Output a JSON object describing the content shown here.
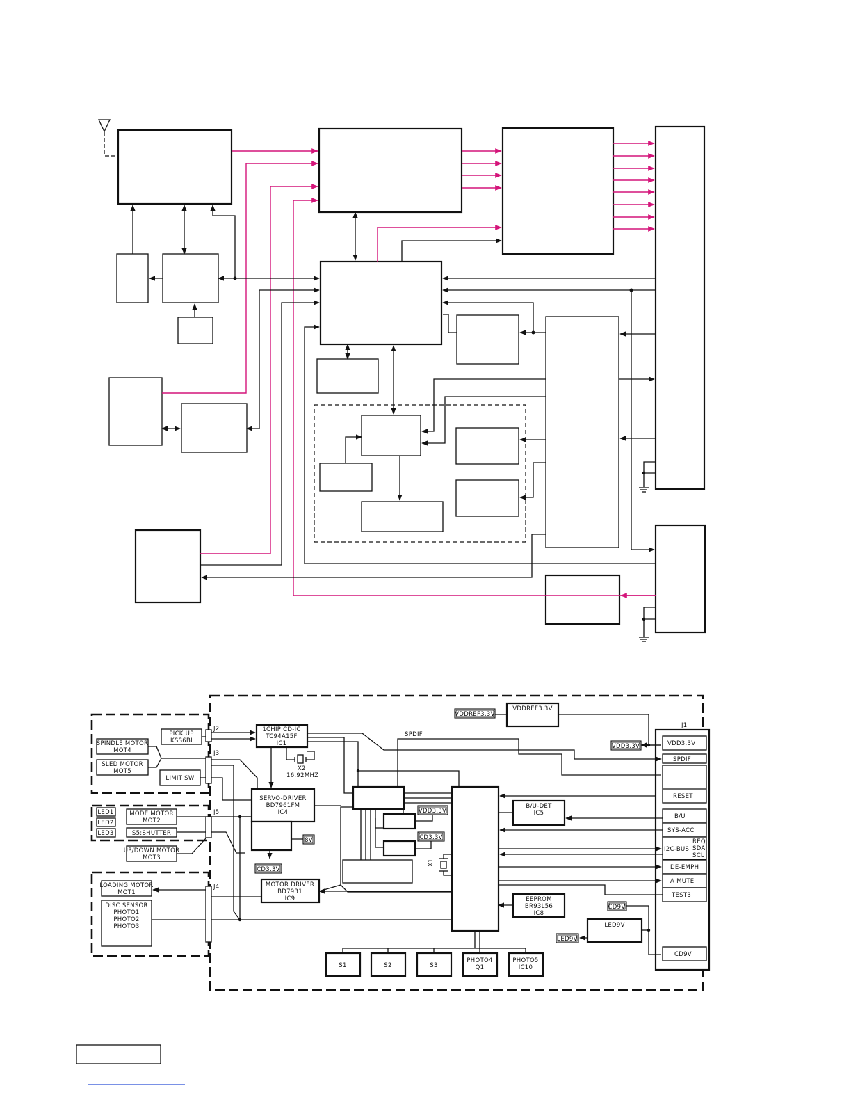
{
  "lower_diagram": {
    "modules": {
      "pickup": "PICK UP\nKSS6BI",
      "spindle": "SPINDLE MOTOR\nMOT4",
      "sled": "SLED    MOTOR\nMOT5",
      "limit_sw": "LIMIT SW",
      "led1": "LED1",
      "led2": "LED2",
      "led3": "LED3",
      "mode_motor": "MODE    MOTOR\nMOT2",
      "shutter": "S5:SHUTTER",
      "updown": "UP/DOWN MOTOR\nMOT3",
      "loading": "LOADING MOTOR\nMOT1",
      "disc_sensor": "DISC   SENSOR\nPHOTO1\nPHOTO2\nPHOTO3",
      "cd_ic": "1CHIP CD-IC\nTC94A15F\nIC1",
      "servo": "SERVO-DRIVER\nBD7961FM\nIC4",
      "motor_driver": "MOTOR DRIVER\nBD7931\nIC9",
      "vddref": "VDDREF3.3V",
      "bu_det": "B/U-DET\n\nIC5",
      "eeprom": "EEPROM\nBR93L56\nIC8",
      "led9v": "LED9V",
      "s1": "S1",
      "s2": "S2",
      "s3": "S3",
      "photo4": "PHOTO4\nQ1",
      "photo5": "PHOTO5\nIC10"
    },
    "connectors": {
      "j1": "J1",
      "j2": "J2",
      "j3": "J3",
      "j4": "J4",
      "j5": "J5"
    },
    "j1_pins": [
      "VDD3.3V",
      "SPDIF",
      "RESET",
      "B/U",
      "SYS-ACC",
      "I2C-BUS",
      "REQ",
      "SDA",
      "SCL",
      "DE-EMPH",
      "A MUTE",
      "TEST3",
      "CD9V"
    ],
    "tags": {
      "vddref_tag": "VDDREF3.3V",
      "vdd_tag": "VDD3.3V",
      "vdd_small": "VDD3.3V",
      "cd_small": "CD3.3V",
      "eight_v": "8V",
      "cd33_tag": "CD3.3V",
      "cd9v_tag": "CD9V",
      "led9v_tag": "LED9V"
    },
    "signals": {
      "spdif": "SPDIF",
      "x2": "X2",
      "freq": "16.92MHZ",
      "x1": "X1"
    }
  },
  "colors": {
    "line": "#111111",
    "signal_magenta": "#d4157a",
    "tag_fill": "#e8e8e8"
  }
}
